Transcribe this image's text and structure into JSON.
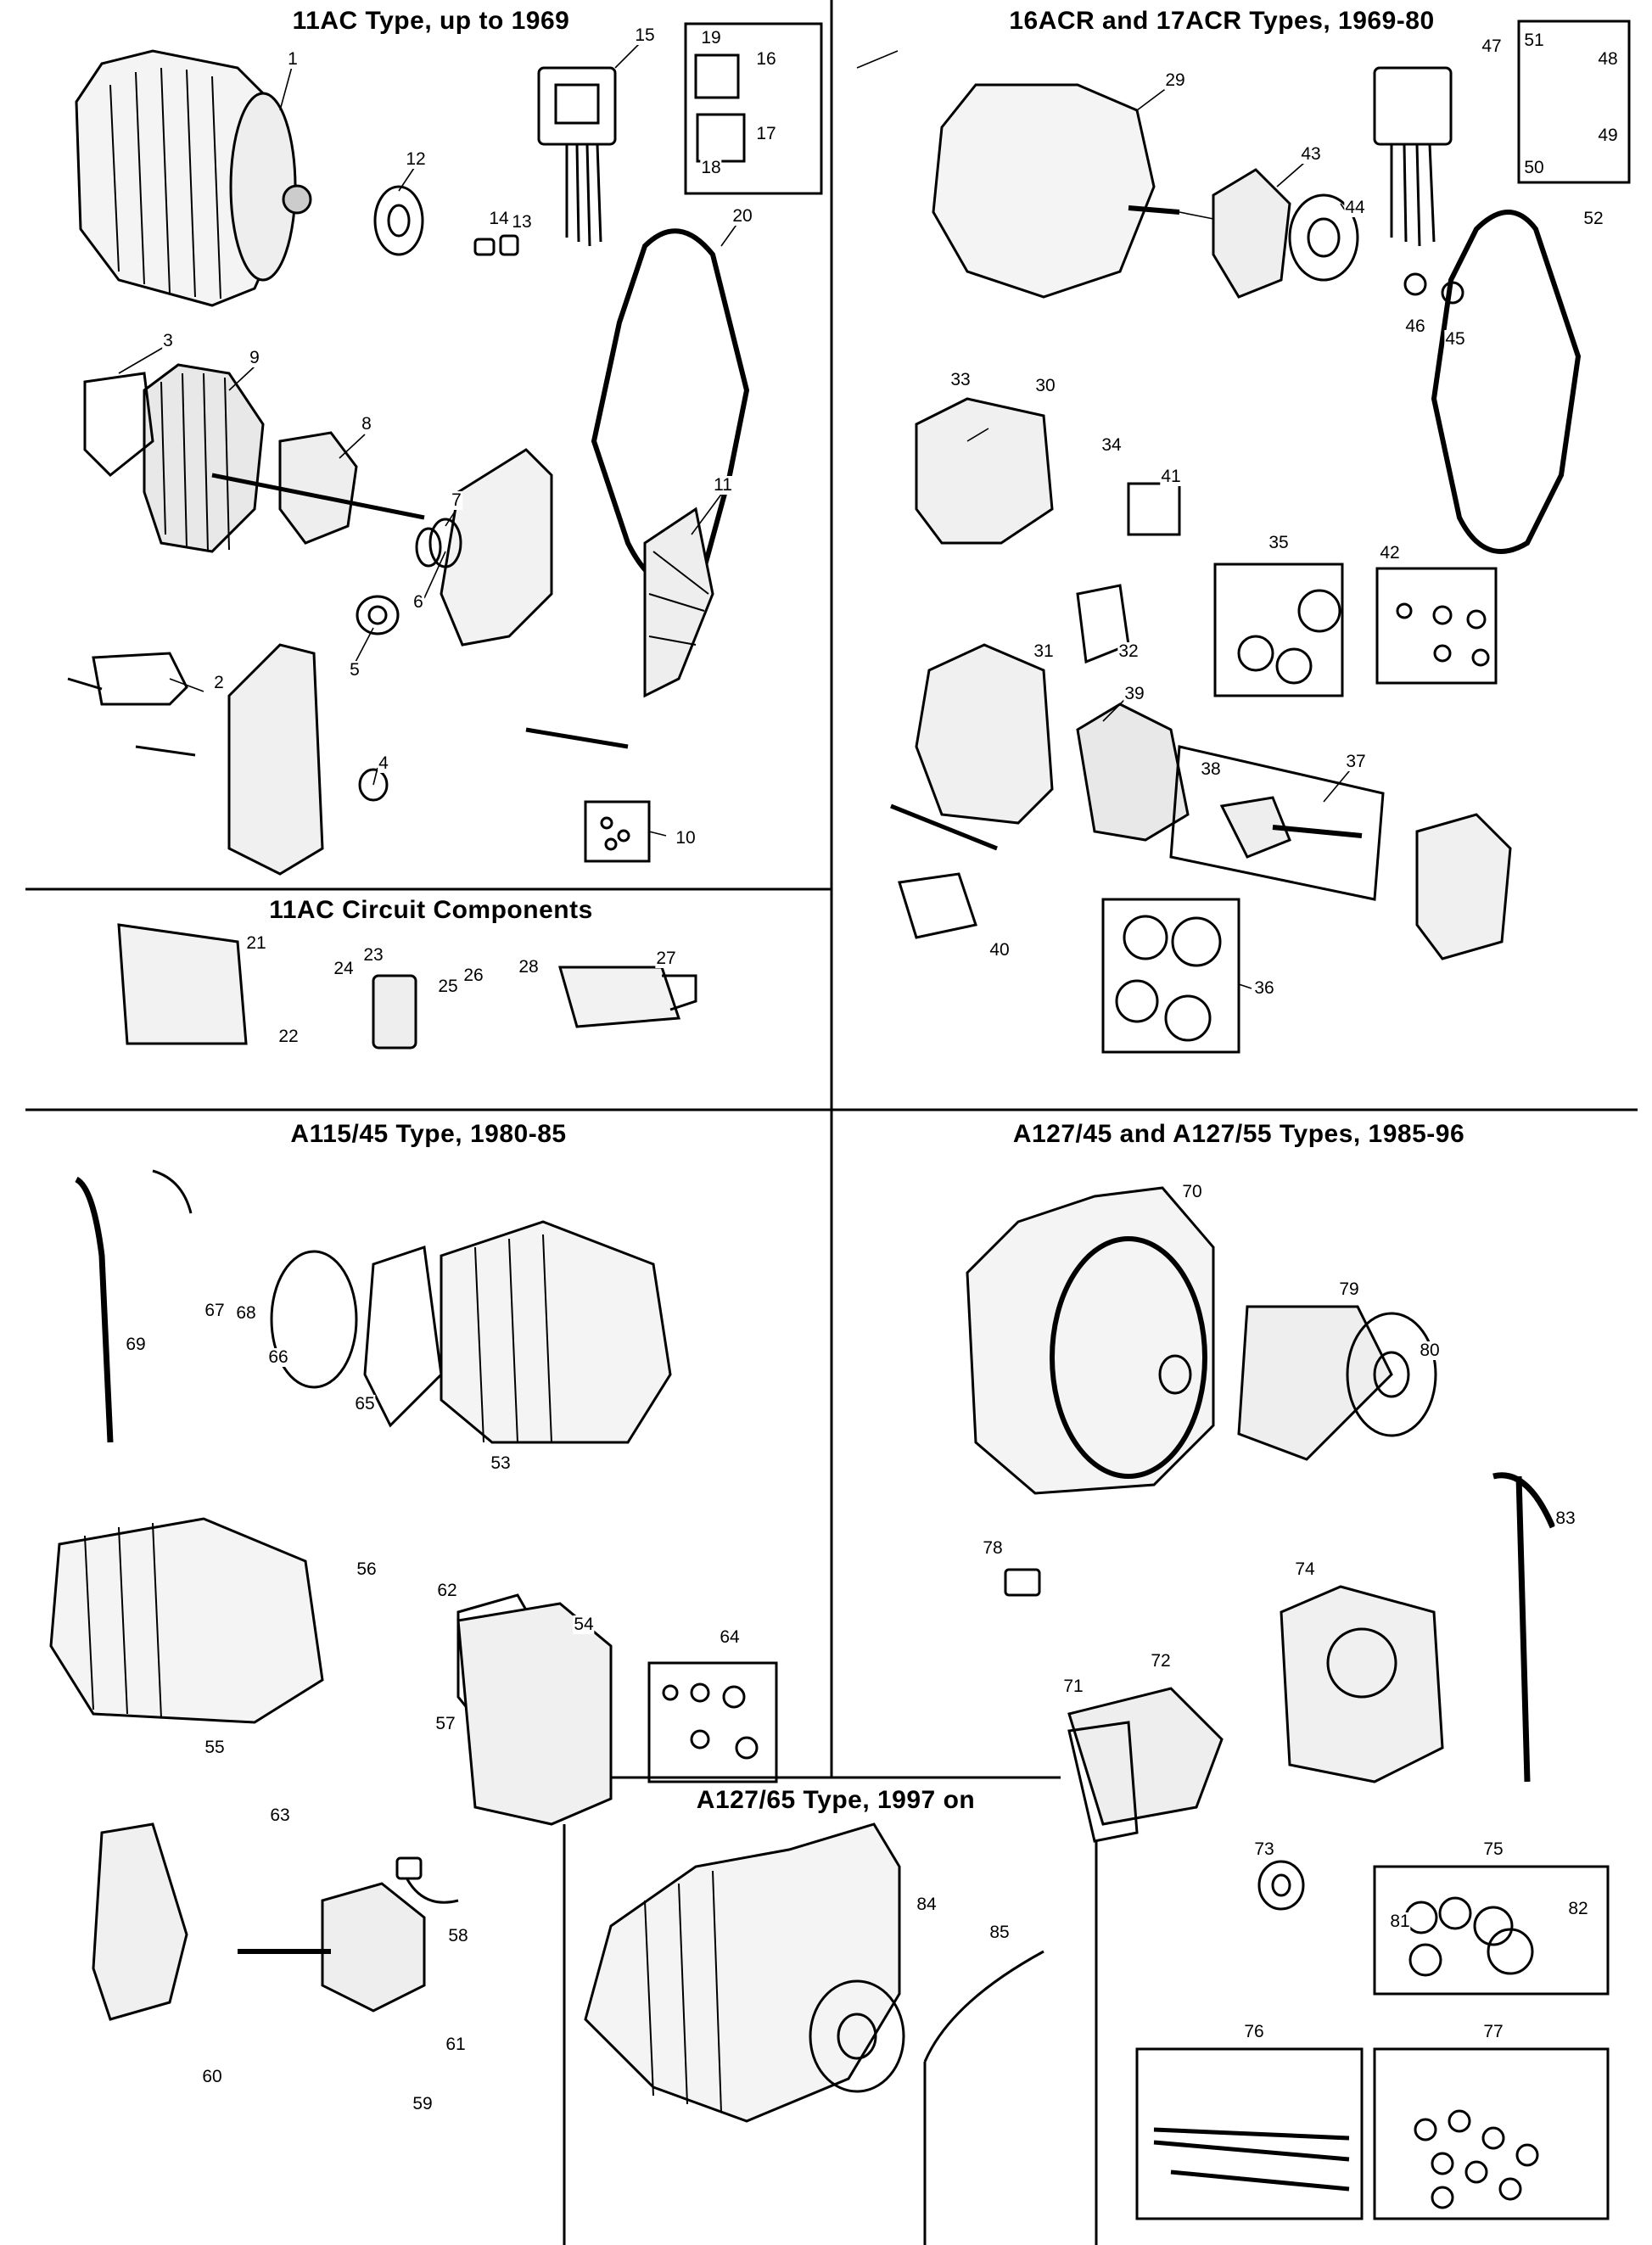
{
  "sections": {
    "s1": "11AC Type, up to 1969",
    "s2": "16ACR and 17ACR Types, 1969-80",
    "s3": "11AC Circuit Components",
    "s4": "A115/45 Type, 1980-85",
    "s5": "A127/45 and A127/55 Types, 1985-96",
    "s6": "A127/65 Type, 1997 on"
  },
  "callouts": [
    "1",
    "2",
    "3",
    "4",
    "5",
    "6",
    "7",
    "8",
    "9",
    "10",
    "11",
    "12",
    "13",
    "14",
    "15",
    "16",
    "17",
    "18",
    "19",
    "20",
    "21",
    "22",
    "23",
    "24",
    "25",
    "26",
    "27",
    "28",
    "29",
    "30",
    "31",
    "32",
    "33",
    "34",
    "35",
    "36",
    "37",
    "38",
    "39",
    "40",
    "41",
    "42",
    "43",
    "44",
    "45",
    "46",
    "47",
    "48",
    "49",
    "50",
    "51",
    "52",
    "53",
    "54",
    "55",
    "56",
    "57",
    "58",
    "59",
    "60",
    "61",
    "62",
    "63",
    "64",
    "65",
    "66",
    "67",
    "68",
    "69",
    "70",
    "71",
    "72",
    "73",
    "74",
    "75",
    "76",
    "77",
    "78",
    "79",
    "80",
    "81",
    "82",
    "83",
    "84",
    "85"
  ]
}
